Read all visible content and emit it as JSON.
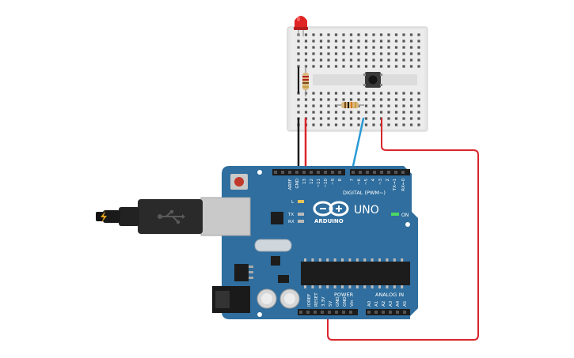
{
  "board": {
    "brand": "ARDUINO",
    "model": "UNO",
    "digital_header": "DIGITAL (PWM~)",
    "power_header": "POWER",
    "analog_header": "ANALOG IN",
    "on_label": "ON",
    "led_l_label": "L",
    "tx_label": "TX",
    "rx_label": "RX",
    "digital_pins": [
      "AREF",
      "GND",
      "13",
      "12",
      "~11",
      "~10",
      "~9",
      "8",
      "7",
      "~6",
      "~5",
      "4",
      "~3",
      "2",
      "TX→1",
      "RX←0"
    ],
    "power_pins": [
      "IOREF",
      "RESET",
      "3.3V",
      "5V",
      "GND",
      "GND",
      "Vin"
    ],
    "analog_pins": [
      "A0",
      "A1",
      "A2",
      "A3",
      "A4",
      "A5"
    ]
  },
  "colors": {
    "board": "#2f6e9e",
    "board_dark": "#1f4f74",
    "header": "#1c1c1c",
    "wire_red": "#d9262c",
    "wire_black": "#1a1a1a",
    "wire_blue": "#2a9ad6",
    "led_red": "#e02424",
    "breadboard": "#e9e9e9",
    "cable": "#222222"
  },
  "components": {
    "led": "red-led",
    "button": "pushbutton",
    "resistors": [
      "resistor-led",
      "resistor-button"
    ]
  }
}
